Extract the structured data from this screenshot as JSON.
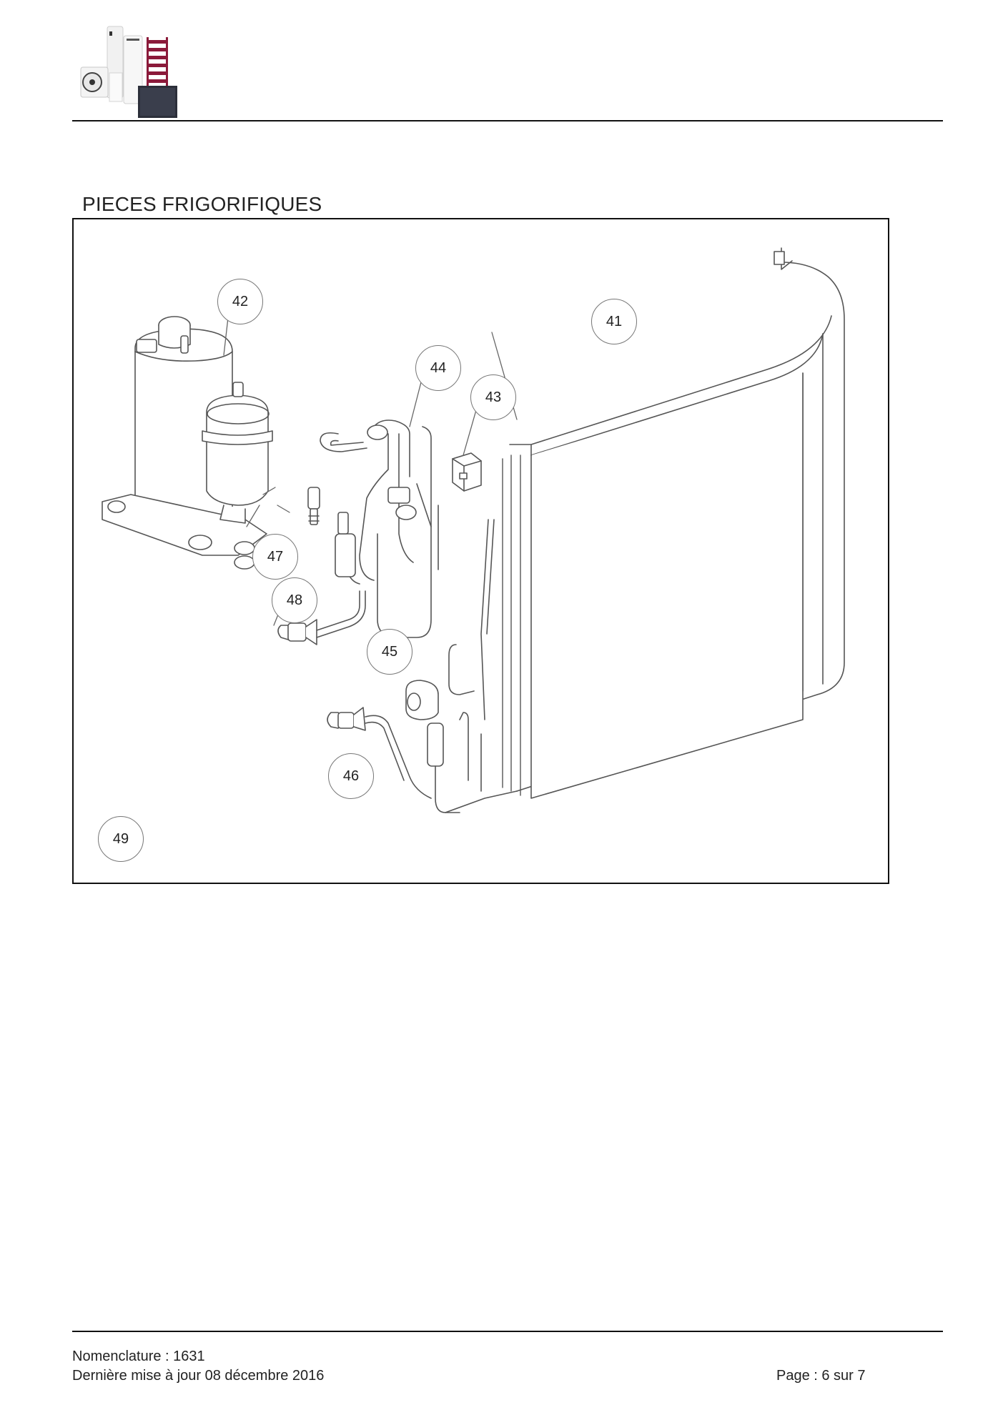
{
  "logo": {
    "icon": "heating-products-logo",
    "accent_color": "#8b1a3a"
  },
  "section": {
    "title": "PIECES FRIGORIFIQUES"
  },
  "figure": {
    "callouts": [
      {
        "label": "41",
        "icon": "condenser-coil"
      },
      {
        "label": "42",
        "icon": "compressor"
      },
      {
        "label": "43",
        "icon": "coil-block"
      },
      {
        "label": "44",
        "icon": "four-way-valve-assembly"
      },
      {
        "label": "45",
        "icon": "solenoid-coil"
      },
      {
        "label": "46",
        "icon": "service-valve-piping"
      },
      {
        "label": "47",
        "icon": "pressure-switch"
      },
      {
        "label": "48",
        "icon": "service-valve"
      },
      {
        "label": "49",
        "icon": "refrigerant-charge"
      }
    ]
  },
  "footer": {
    "nomenclature": "Nomenclature : 1631",
    "last_update": "Dernière mise à jour 08 décembre 2016",
    "page": "Page : 6 sur 7"
  }
}
